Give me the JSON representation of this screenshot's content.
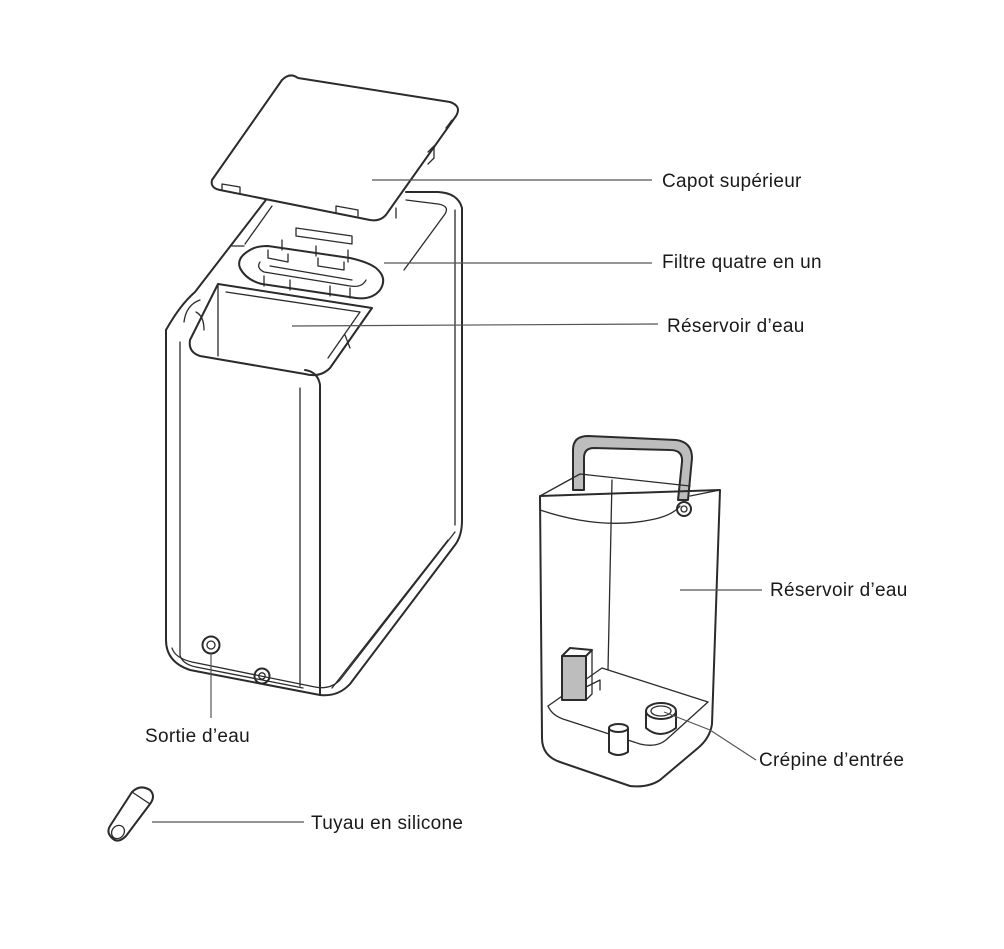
{
  "labels": {
    "top_cover": "Capot supérieur",
    "filter": "Filtre quatre en un",
    "reservoir_main": "Réservoir d’eau",
    "reservoir_tank": "Réservoir d’eau",
    "intake_strainer": "Crépine d’entrée",
    "water_outlet": "Sortie d’eau",
    "silicone_tube": "Tuyau en silicone"
  },
  "colors": {
    "line": "#2b2b2b",
    "handle_fill": "#bdbdbd",
    "background": "#ffffff"
  }
}
